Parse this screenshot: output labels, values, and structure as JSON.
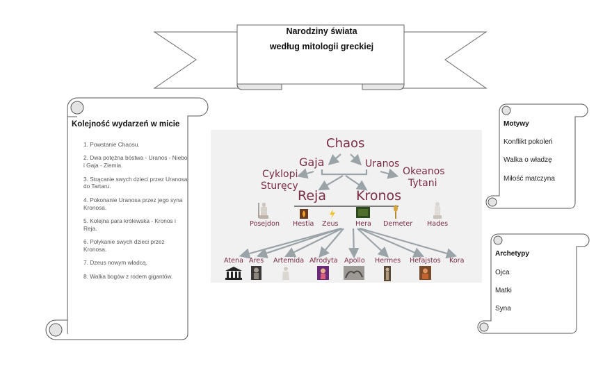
{
  "title": {
    "line1": "Narodziny świata",
    "line2": "według mitologii greckiej"
  },
  "events": {
    "heading": "Kolejność wydarzeń w micie",
    "items": [
      "1. Powstanie Chaosu.",
      "2. Dwa potężna bóstwa - Uranos - Niebo i Gaja - Ziemia.",
      "3. Strącanie swych dzieci przez Uranosa do Tartaru.",
      "4. Pokonanie Uranosa przez jego syna Kronosa.",
      "5. Kolejna para królewska - Kronos i Reja.",
      "6. Połykanie swych dzieci przez Kronosa.",
      "7. Dzeus nowym władcą.",
      "8. Walka bogów z rodem gigantów."
    ]
  },
  "motives": {
    "heading": "Motywy",
    "items": [
      "Konflikt pokoleń",
      "Walka o władzę",
      "Miłość matczyna"
    ]
  },
  "archetypes": {
    "heading": "Archetypy",
    "items": [
      "Ojca",
      "Matki",
      "Syna"
    ]
  },
  "tree": {
    "root": "Chaos",
    "gen1": [
      "Gaja",
      "Uranos"
    ],
    "side_left": [
      "Cyklopi",
      "Sturęcy"
    ],
    "side_right": [
      "Okeanos",
      "Tytani"
    ],
    "gen2": [
      "Reja",
      "Kronos"
    ],
    "gen3": [
      "Posejdon",
      "Hestia",
      "Zeus",
      "Hera",
      "Demeter",
      "Hades"
    ],
    "gen4": [
      "Atena",
      "Ares",
      "Artemida",
      "Afrodyta",
      "Apollo",
      "Hermes",
      "Hefajstos",
      "Kora"
    ],
    "text_color": "#7b2c45",
    "arrow_color": "#9aa3a8"
  },
  "icons": {
    "gen3": [
      "poseidon-statue-icon",
      "hestia-flame-icon",
      "zeus-lightning-icon",
      "hera-painting-icon",
      "demeter-wheat-icon",
      "hades-statue-icon"
    ],
    "gen4": [
      "temple-icon",
      "ares-statue-icon",
      "artemis-statue-icon",
      "aphrodite-painting-icon",
      "apollo-relief-icon",
      "hermes-statue-icon",
      "hephaestus-painting-icon"
    ]
  }
}
